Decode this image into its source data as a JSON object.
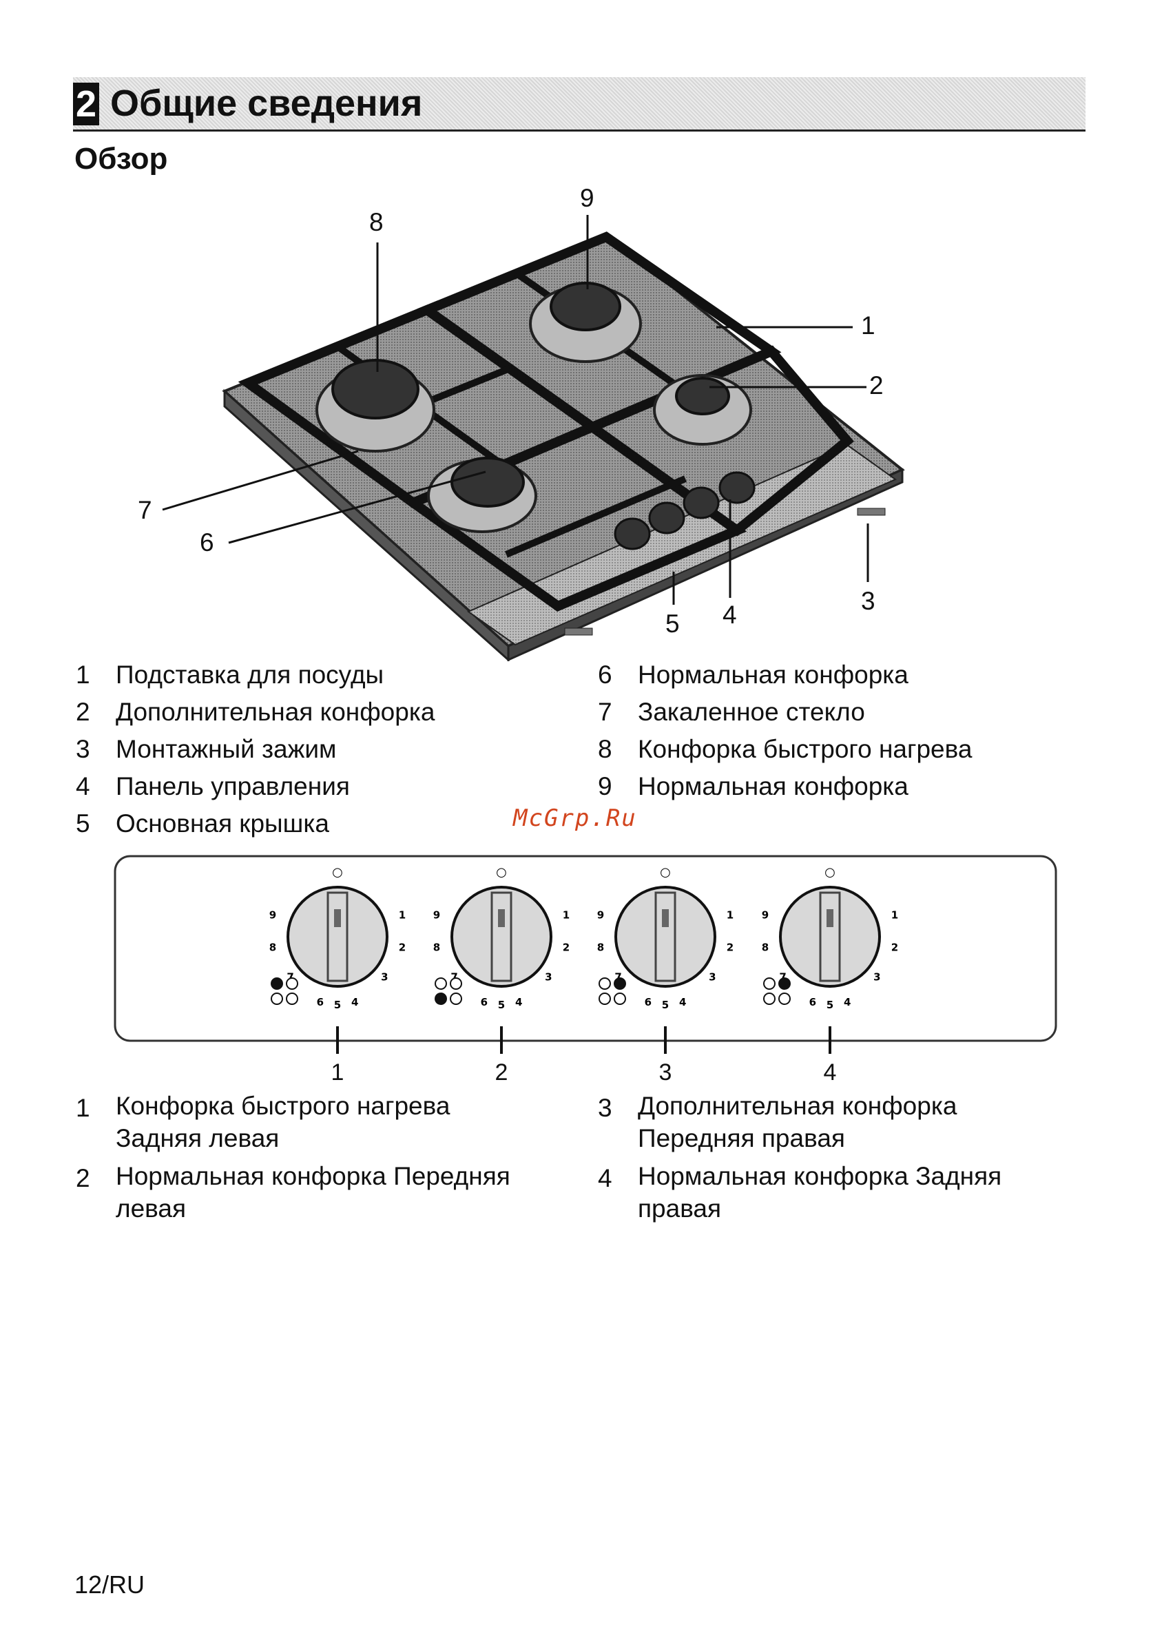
{
  "header": {
    "section_number": "2",
    "section_title": "Общие сведения"
  },
  "overview": {
    "subtitle": "Обзор"
  },
  "hob_callouts": [
    "1",
    "2",
    "3",
    "4",
    "5",
    "6",
    "7",
    "8",
    "9"
  ],
  "hob_legend": [
    {
      "num": "1",
      "text": "Подставка для посуды"
    },
    {
      "num": "2",
      "text": "Дополнительная конфорка"
    },
    {
      "num": "3",
      "text": "Монтажный зажим"
    },
    {
      "num": "4",
      "text": "Панель управления"
    },
    {
      "num": "5",
      "text": "Основная крышка"
    },
    {
      "num": "6",
      "text": "Нормальная конфорка"
    },
    {
      "num": "7",
      "text": "Закаленное стекло"
    },
    {
      "num": "8",
      "text": "Конфорка быстрого нагрева"
    },
    {
      "num": "9",
      "text": "Нормальная конфорка"
    }
  ],
  "watermark": "McGrp.Ru",
  "control_panel": {
    "knob_scale_top": "○",
    "scale_labels": [
      "1",
      "2",
      "3",
      "4",
      "5",
      "6",
      "7",
      "8",
      "9"
    ],
    "knob_callouts": [
      "1",
      "2",
      "3",
      "4"
    ]
  },
  "knob_legend": [
    {
      "num": "1",
      "line1": "Конфорка быстрого нагрева",
      "line2": "Задняя левая"
    },
    {
      "num": "2",
      "line1": "Нормальная конфорка Передняя",
      "line2": "левая"
    },
    {
      "num": "3",
      "line1": "Дополнительная конфорка",
      "line2": "Передняя правая"
    },
    {
      "num": "4",
      "line1": "Нормальная конфорка Задняя",
      "line2": "правая"
    }
  ],
  "footer": {
    "page": "12/RU"
  }
}
